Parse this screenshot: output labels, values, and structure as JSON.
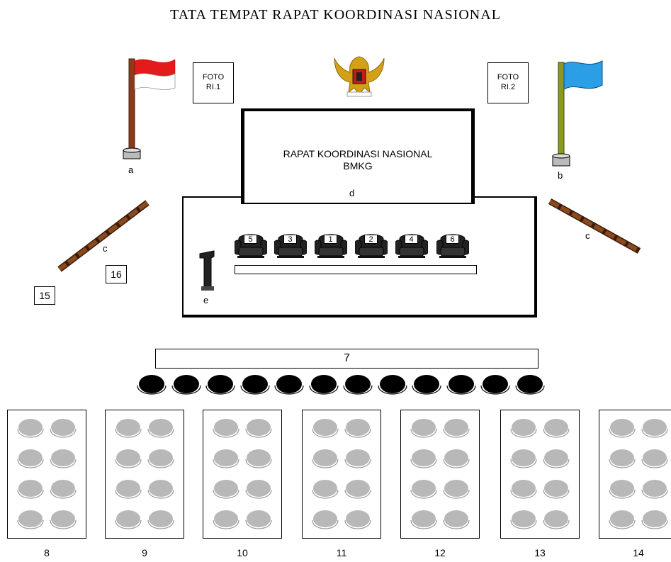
{
  "title": "TATA TEMPAT RAPAT KOORDINASI NASIONAL",
  "foto_left": {
    "line1": "FOTO",
    "line2": "RI.1"
  },
  "foto_right": {
    "line1": "FOTO",
    "line2": "RI.2"
  },
  "screen": {
    "line1": "RAPAT  KOORDINASI NASIONAL",
    "line2": "BMKG",
    "letter": "d"
  },
  "flag_left_letter": "a",
  "flag_right_letter": "b",
  "rail_left_letter": "c",
  "rail_right_letter": "c",
  "podium_letter": "e",
  "vip_seats": [
    "5",
    "3",
    "1",
    "2",
    "4",
    "6"
  ],
  "side_boxes": {
    "b16": "16",
    "b15": "15"
  },
  "row7": {
    "label": "7",
    "seat_count": 12
  },
  "blocks": [
    "8",
    "9",
    "10",
    "11",
    "12",
    "13",
    "14"
  ],
  "colors": {
    "flag_red": "#e31b1b",
    "flag_blue": "#2b9fe6",
    "pole_brown": "#8b3a1a",
    "pole_olive": "#8a9a1c",
    "seat_gray": "#b8b8b8"
  }
}
